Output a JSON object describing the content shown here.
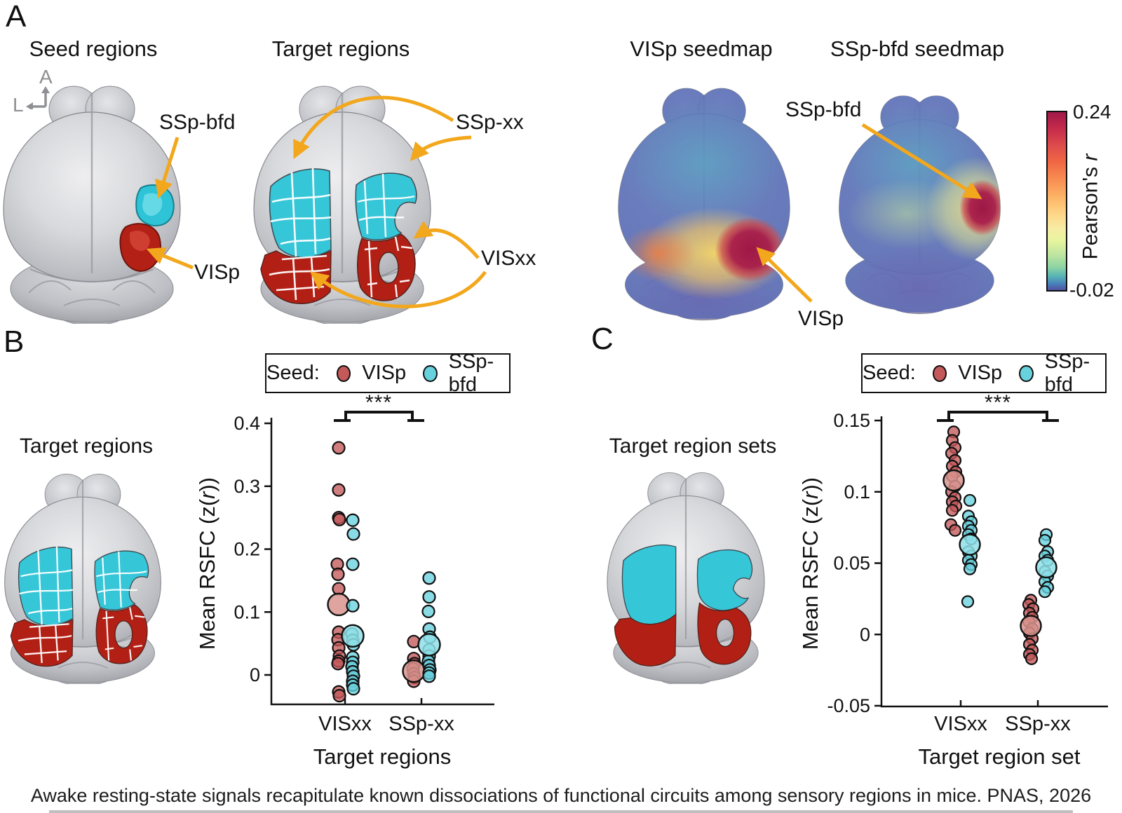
{
  "caption": "Awake resting-state signals recapitulate known dissociations of functional circuits among sensory regions in mice. PNAS, 2026",
  "colors": {
    "seed_visp": "#c4595a",
    "seed_visp_mean": "#d9948e",
    "seed_sspbfd": "#68d1de",
    "seed_sspbfd_mean": "#90e0e9",
    "region_cyan": "#35c6d8",
    "region_red": "#b22015",
    "arrow_orange": "#f2a71c",
    "axis_black": "#111111"
  },
  "panelA": {
    "letter": "A",
    "titles": {
      "seed": "Seed regions",
      "target": "Target regions",
      "visp_map": "VISp seedmap",
      "sspbfd_map": "SSp-bfd seedmap"
    },
    "orientation": {
      "up": "A",
      "left": "L"
    },
    "labels": {
      "seed_sspbfd": "SSp-bfd",
      "seed_visp": "VISp",
      "target_sspxx": "SSp-xx",
      "target_visxx": "VISxx",
      "map_sspbfd": "SSp-bfd",
      "map_visp": "VISp"
    },
    "colorbar": {
      "max": "0.24",
      "min": "-0.02",
      "label_prefix": "Pearson's ",
      "label_italic": "r"
    }
  },
  "panelB": {
    "letter": "B",
    "brain_title": "Target regions",
    "legend": {
      "label": "Seed:",
      "items": [
        {
          "name": "VISp",
          "color": "#c4595a"
        },
        {
          "name": "SSp-bfd",
          "color": "#68d1de"
        }
      ]
    }
  },
  "panelC": {
    "letter": "C",
    "brain_title": "Target region sets",
    "legend": {
      "label": "Seed:",
      "items": [
        {
          "name": "VISp",
          "color": "#c4595a"
        },
        {
          "name": "SSp-bfd",
          "color": "#68d1de"
        }
      ]
    }
  },
  "chart_data": [
    {
      "id": "B",
      "type": "scatter",
      "title": "",
      "categories": [
        "VISxx",
        "SSp-xx"
      ],
      "xlabel": "Target regions",
      "ylabel_parts": [
        "Mean RSFC (z(",
        {
          "i": "r"
        },
        "))"
      ],
      "ylim": [
        -0.047,
        0.405
      ],
      "yticks": [
        {
          "v": 0.4,
          "label": "0.4"
        },
        {
          "v": 0.3,
          "label": "0.3"
        },
        {
          "v": 0.2,
          "label": "0.2"
        },
        {
          "v": 0.1,
          "label": "0.1"
        },
        {
          "v": 0,
          "label": "0"
        }
      ],
      "significance": "***",
      "legend_position": "top",
      "grid": false,
      "series": [
        {
          "name": "VISp",
          "color": "#c4595a",
          "mean_color": "#d9948e",
          "points": {
            "VISxx": [
              [
                0.361,
                0
              ],
              [
                0.294,
                0
              ],
              [
                0.25,
                0
              ],
              [
                0.247,
                1
              ],
              [
                0.176,
                -2
              ],
              [
                0.16,
                -1
              ],
              [
                0.137,
                0
              ],
              [
                0.068,
                0
              ],
              [
                0.056,
                -1
              ],
              [
                0.043,
                0
              ],
              [
                0.03,
                1
              ],
              [
                0.022,
                0
              ],
              [
                0.018,
                -1
              ],
              [
                -0.027,
                0
              ],
              [
                -0.033,
                1
              ]
            ],
            "SSp-xx": [
              [
                0.053,
                0
              ],
              [
                0.026,
                0
              ],
              [
                0.018,
                1
              ],
              [
                0.01,
                -1
              ],
              [
                0.002,
                0
              ],
              [
                -0.004,
                1
              ],
              [
                -0.01,
                0
              ]
            ]
          },
          "means": {
            "VISxx": 0.112,
            "SSp-xx": 0.006
          }
        },
        {
          "name": "SSp-bfd",
          "color": "#68d1de",
          "mean_color": "#90e0e9",
          "points": {
            "VISxx": [
              [
                0.246,
                0
              ],
              [
                0.224,
                1
              ],
              [
                0.176,
                0
              ],
              [
                0.11,
                0
              ],
              [
                0.065,
                -1
              ],
              [
                0.055,
                0
              ],
              [
                0.048,
                1
              ],
              [
                0.028,
                0
              ],
              [
                0.02,
                0
              ],
              [
                0.013,
                -1
              ],
              [
                0.005,
                0
              ],
              [
                -0.002,
                1
              ],
              [
                -0.01,
                0
              ],
              [
                -0.016,
                0
              ],
              [
                -0.022,
                1
              ]
            ],
            "SSp-xx": [
              [
                0.154,
                0
              ],
              [
                0.124,
                0
              ],
              [
                0.101,
                -1
              ],
              [
                0.073,
                0
              ],
              [
                0.06,
                1
              ],
              [
                0.04,
                0
              ],
              [
                0.03,
                0
              ],
              [
                0.022,
                -1
              ],
              [
                0.015,
                0
              ],
              [
                0.008,
                1
              ],
              [
                0.003,
                0
              ],
              [
                -0.002,
                0
              ]
            ]
          },
          "means": {
            "VISxx": 0.062,
            "SSp-xx": 0.048
          }
        }
      ]
    },
    {
      "id": "C",
      "type": "scatter",
      "title": "",
      "categories": [
        "VISxx",
        "SSp-xx"
      ],
      "xlabel": "Target region set",
      "ylabel_parts": [
        "Mean RSFC (z(",
        {
          "i": "r"
        },
        "))"
      ],
      "ylim": [
        -0.05,
        0.15
      ],
      "yticks": [
        {
          "v": 0.15,
          "label": "0.15"
        },
        {
          "v": 0.1,
          "label": "0.1"
        },
        {
          "v": 0.05,
          "label": "0.05"
        },
        {
          "v": 0,
          "label": "0"
        },
        {
          "v": -0.05,
          "label": "-0.05"
        }
      ],
      "significance": "***",
      "legend_position": "top",
      "grid": false,
      "series": [
        {
          "name": "VISp",
          "color": "#c4595a",
          "mean_color": "#d9948e",
          "points": {
            "VISxx": [
              [
                0.142,
                0
              ],
              [
                0.136,
                -2
              ],
              [
                0.131,
                2
              ],
              [
                0.127,
                -3
              ],
              [
                0.122,
                2
              ],
              [
                0.118,
                -2
              ],
              [
                0.114,
                3
              ],
              [
                0.111,
                -2
              ],
              [
                0.104,
                2
              ],
              [
                0.1,
                -3
              ],
              [
                0.096,
                2
              ],
              [
                0.093,
                -2
              ],
              [
                0.09,
                3
              ],
              [
                0.087,
                -2
              ],
              [
                0.077,
                -4
              ],
              [
                0.073,
                2
              ]
            ],
            "SSp-xx": [
              [
                0.024,
                0
              ],
              [
                0.021,
                -3
              ],
              [
                0.018,
                3
              ],
              [
                0.015,
                -2
              ],
              [
                0.012,
                2
              ],
              [
                0.009,
                -3
              ],
              [
                0.004,
                2
              ],
              [
                0.001,
                -2
              ],
              [
                -0.003,
                2
              ],
              [
                -0.007,
                -2
              ],
              [
                -0.011,
                2
              ],
              [
                -0.014,
                -2
              ],
              [
                -0.017,
                1
              ]
            ]
          },
          "means": {
            "VISxx": 0.108,
            "SSp-xx": 0.006
          }
        },
        {
          "name": "SSp-bfd",
          "color": "#68d1de",
          "mean_color": "#90e0e9",
          "points": {
            "VISxx": [
              [
                0.094,
                0
              ],
              [
                0.083,
                -2
              ],
              [
                0.079,
                2
              ],
              [
                0.076,
                -2
              ],
              [
                0.073,
                2
              ],
              [
                0.07,
                -2
              ],
              [
                0.067,
                2
              ],
              [
                0.058,
                -2
              ],
              [
                0.055,
                2
              ],
              [
                0.052,
                -2
              ],
              [
                0.049,
                2
              ],
              [
                0.046,
                0
              ],
              [
                0.023,
                -3
              ]
            ],
            "SSp-xx": [
              [
                0.07,
                0
              ],
              [
                0.066,
                -2
              ],
              [
                0.058,
                2
              ],
              [
                0.055,
                -2
              ],
              [
                0.052,
                2
              ],
              [
                0.044,
                -2
              ],
              [
                0.041,
                2
              ],
              [
                0.037,
                -2
              ],
              [
                0.033,
                2
              ],
              [
                0.03,
                -2
              ]
            ]
          },
          "means": {
            "VISxx": 0.063,
            "SSp-xx": 0.047
          }
        }
      ]
    }
  ]
}
